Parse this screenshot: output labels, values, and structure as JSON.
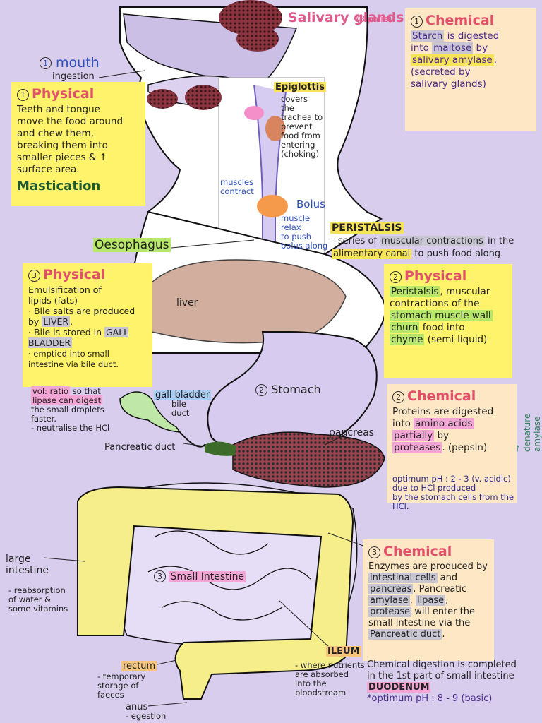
{
  "labels": {
    "salivary_glands": "Salivary glands",
    "salivary_pairs": "(3 pairs)",
    "mouth": "mouth",
    "mouth_num": "1",
    "ingestion": "ingestion",
    "epiglottis": "Epiglottis",
    "epiglottis_desc": "covers\nthe\ntrachea to\nprevent\nfood from\nentering\n(choking)",
    "muscles_contract": "muscles\ncontract",
    "bolus": "Bolus",
    "muscle_relax": "muscle\nrelax\nto push\nbolus along",
    "oesophagus": "Oesophagus",
    "peristalsis_title": "PERISTALSIS",
    "peristalsis_desc_1": "- series of ",
    "peristalsis_desc_2": "muscular contractions",
    "peristalsis_desc_3": " in the",
    "peristalsis_desc_4": "alimentary canal",
    "peristalsis_desc_5": " to push food along.",
    "liver": "liver",
    "stomach": "Stomach",
    "stomach_num": "2",
    "gall_bladder": "gall bladder",
    "bile_duct": "bile\nduct",
    "pancreas": "pancreas",
    "pancreatic_duct": "Pancreatic duct",
    "large_intestine": "large\nintestine",
    "large_intestine_desc": "- reabsorption\nof water &\nsome vitamins",
    "small_intestine": "Small Intestine",
    "small_intestine_num": "3",
    "ileum": "ILEUM",
    "ileum_desc": "- where nutrients\nare absorbed\ninto the\nbloodstream",
    "rectum": "rectum",
    "rectum_desc": "- temporary\nstorage of\nfaeces",
    "anus": "anus",
    "anus_desc": "- egestion",
    "denature_amylase": "→ denature\namylase"
  },
  "notes": {
    "chem1": {
      "num": "1",
      "title": "Chemical",
      "body_1": "Starch",
      "body_2": " is digested\ninto ",
      "body_3": "maltose",
      "body_4": " by\n",
      "body_5": "salivary amylase",
      "body_6": ".\n(secreted by\nsalivary glands)"
    },
    "phys1": {
      "num": "1",
      "title": "Physical",
      "body": "Teeth and tongue\nmove the food around\nand chew them,\nbreaking them into\nsmaller pieces & ↑\nsurface area.",
      "footer": "Mastication"
    },
    "phys3": {
      "num": "3",
      "title": "Physical",
      "body_1": "Emulsification of\nlipids (fats)\n· Bile salts are produced\nby ",
      "body_2": "LIVER",
      "body_3": ".\n· Bile is stored in ",
      "body_4": "GALL\nBLADDER",
      "body_5": "\n· emptied into small intestine via bile duct.",
      "extra_1": "vol: ratio",
      "extra_2": " so that\n",
      "extra_3": "lipase can digest",
      "extra_4": "\nthe small droplets\nfaster.\n- neutralise the HCl"
    },
    "phys2": {
      "num": "2",
      "title": "Physical",
      "body_1": "Peristalsis",
      "body_2": ", muscular\ncontractions of the\n",
      "body_3": "stomach muscle wall",
      "body_4": "\n",
      "body_5": "churn",
      "body_6": " food into\n",
      "body_7": "chyme",
      "body_8": " (semi-liquid)"
    },
    "chem2": {
      "num": "2",
      "title": "Chemical",
      "body_1": "Proteins are digested\ninto ",
      "body_2": "amino acids",
      "body_3": "\n",
      "body_4": "partially",
      "body_5": " by\n",
      "body_6": "proteases",
      "body_7": ". (pepsin)",
      "ph": "optimum pH : 2 - 3 (v. acidic)\ndue to HCl produced\nby the stomach cells from the\nHCl."
    },
    "chem3": {
      "num": "3",
      "title": "Chemical",
      "body_1": "Enzymes are produced by\n",
      "body_2": "intestinal cells",
      "body_3": " and\n",
      "body_4": "pancreas",
      "body_5": ". Pancreatic\n",
      "body_6": "amylase",
      "body_7": ", ",
      "body_8": "lipase",
      "body_9": ",\n",
      "body_10": "protease",
      "body_11": " will enter the\nsmall intestine via the\n",
      "body_12": "Pancreatic duct",
      "body_13": ".",
      "footer_1": "Chemical digestion is completed\nin the 1st part of small intestine",
      "footer_2": "DUODENUM",
      "footer_3": "*optimum pH : 8 - 9 (basic)"
    }
  },
  "colors": {
    "background": "#d9cdee",
    "note_yellow": "#fff36b",
    "note_peach": "#fde7c4",
    "heading_red": "#e0506a",
    "liver_brown": "#c89a86",
    "intestine_yellow": "#f5ee8a",
    "salivary_maroon": "#7a2a35",
    "bolus_orange": "#f59a4a"
  }
}
